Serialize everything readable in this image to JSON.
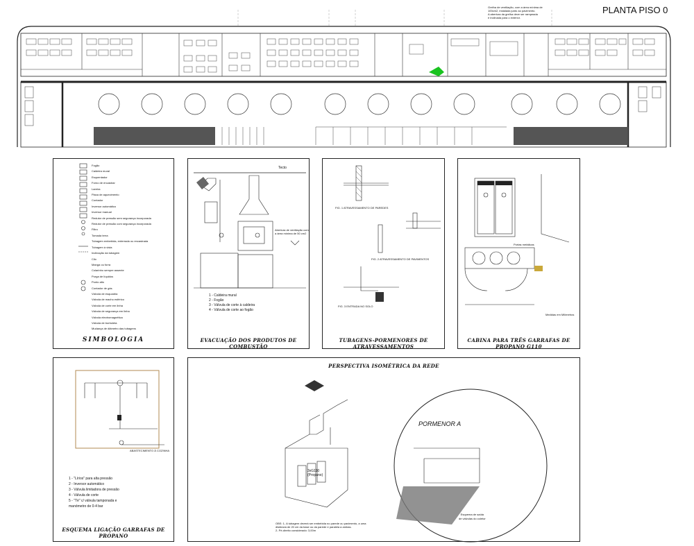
{
  "plan": {
    "title": "PLANTA PISO 0",
    "vent_note": [
      "Grelha de ventilação, com a área mínima de",
      "100cm2, instalada junto ao pavimento.",
      "A abertura da grelha deve ser rampeada",
      "e inclinada para o exterior."
    ]
  },
  "simbologia": {
    "title": "SIMBOLOGIA",
    "items": [
      "Fogão",
      "Caldeira mural",
      "Esquentador",
      "Forno de encastrar",
      "Lareira",
      "Placa de aquecimento",
      "Contador",
      "Inversor automático",
      "Inversor manual",
      "Redutor de pressão sem segurança incorporada",
      "Redutor de pressão com segurança incorporada",
      "Filtro",
      "Tomada terra",
      "Tubagem embebida, enterrada ou encastrada",
      "Tubagem à vista",
      "Inclinação da tubagem",
      "Cilo",
      "Manga ou forra",
      "Colarinho sempre assente",
      "Purga de líquidos",
      "Ponto alto",
      "Contador de gás",
      "Válvula de esquadria",
      "Válvula de macho esférico",
      "Válvula de corte em linha",
      "Válvula de segurança em linha",
      "Válvula electromagnética",
      "Válvula de borboleta",
      "Mudança de diâmetro das tubagens"
    ]
  },
  "evacuacao": {
    "title": "EVACUAÇÃO DOS PRODUTOS DE COMBUSTÃO",
    "ceiling_label": "Tecto",
    "vent_label": [
      "Abertura de ventilação com",
      "a área mínima de 50 cm2"
    ],
    "legend": [
      "1  -  Caldeira mural",
      "2  -  Fogão",
      "3  -  Válvula de corte à caldeira",
      "4  -  Válvula de corte ao fogão"
    ]
  },
  "tubagens": {
    "title": "TUBAGENS-PORMENORES DE ATRAVESSAMENTOS",
    "figs": [
      "FIG. 1 ATRAVESSAMENTO DE PAREDES",
      "FIG. 2 ATRAVESSAMENTO DE PAVIMENTOS",
      "FIG. 3 ENTRADA NO SOLO"
    ]
  },
  "cabina": {
    "title": "CABINA PARA TRÊS GARRAFAS DE PROPANO G110",
    "note": "Medidas em Milímetros",
    "door_label": "Portas metálicas"
  },
  "esquema": {
    "title": "ESQUEMA LIGAÇÃO GARRAFAS DE PROPANO",
    "feed_label": "ABASTECIMENTO À COZINHA",
    "legend": [
      "1  -  \"Lírios\" para alta pressão",
      "2  -  Inversor automático",
      "3  -  Válvula limitadora de pressão",
      "4  -  Válvula de corte",
      "5  -  \"Té\" c/ válvula tamponada e",
      "      manómetro de 0-4 bar"
    ]
  },
  "perspectiva": {
    "title": "PERSPECTIVA ISOMÉTRICA DA REDE",
    "detail_title": "PORMENOR A",
    "detail_caption": [
      "Esquema de saída",
      "de válvulas do coletor"
    ],
    "bottle_label": [
      "3xG110",
      "(Propano)"
    ],
    "note": [
      "OBS: 1- A tubagem deverá ser embebida no parede ou pavimento, a uma",
      "distância de 20 cm da base ou da parede e paralela a ambas.",
      "2- Pé-direito considerado: 3,00m"
    ]
  }
}
